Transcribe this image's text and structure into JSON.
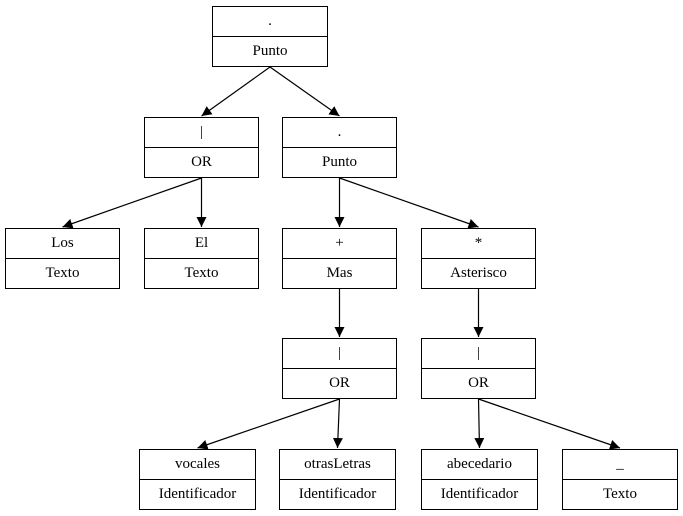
{
  "nodes": [
    {
      "id": "n0",
      "symbol": ".",
      "type": "Punto"
    },
    {
      "id": "n1",
      "symbol": "|",
      "type": "OR"
    },
    {
      "id": "n2",
      "symbol": ".",
      "type": "Punto"
    },
    {
      "id": "n3",
      "symbol": "Los",
      "type": "Texto"
    },
    {
      "id": "n4",
      "symbol": "El",
      "type": "Texto"
    },
    {
      "id": "n5",
      "symbol": "+",
      "type": "Mas"
    },
    {
      "id": "n6",
      "symbol": "*",
      "type": "Asterisco"
    },
    {
      "id": "n7",
      "symbol": "|",
      "type": "OR"
    },
    {
      "id": "n8",
      "symbol": "|",
      "type": "OR"
    },
    {
      "id": "n9",
      "symbol": "vocales",
      "type": "Identificador"
    },
    {
      "id": "n10",
      "symbol": "otrasLetras",
      "type": "Identificador"
    },
    {
      "id": "n11",
      "symbol": "abecedario",
      "type": "Identificador"
    },
    {
      "id": "n12",
      "symbol": "_",
      "type": "Texto"
    }
  ],
  "edges": [
    [
      "n0",
      "n1"
    ],
    [
      "n0",
      "n2"
    ],
    [
      "n1",
      "n3"
    ],
    [
      "n1",
      "n4"
    ],
    [
      "n2",
      "n5"
    ],
    [
      "n2",
      "n6"
    ],
    [
      "n5",
      "n7"
    ],
    [
      "n6",
      "n8"
    ],
    [
      "n7",
      "n9"
    ],
    [
      "n7",
      "n10"
    ],
    [
      "n8",
      "n11"
    ],
    [
      "n8",
      "n12"
    ]
  ]
}
